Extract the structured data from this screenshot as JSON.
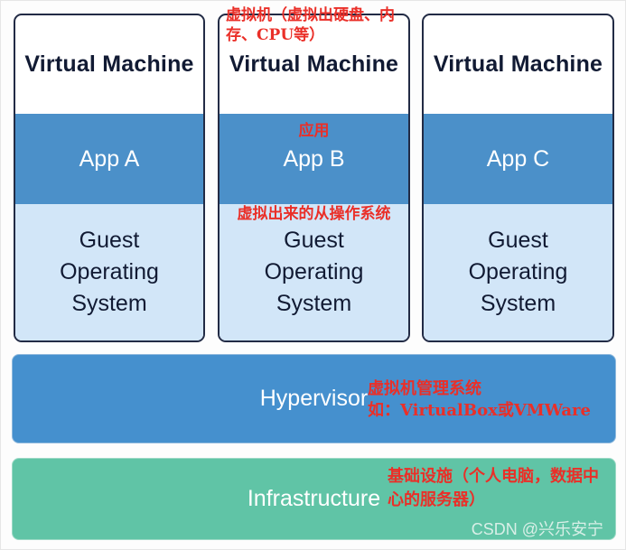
{
  "diagram": {
    "title_text": "Virtual Machine architecture diagram",
    "colors": {
      "app_band": "#4B90C9",
      "guest_band": "#D2E6F8",
      "hypervisor_band": "#4590CE",
      "infrastructure_band": "#60C4A6",
      "card_border": "#222B45",
      "annotation_red": "#EA2F28",
      "text_dark": "#111A33",
      "text_light": "#FFFFFF"
    },
    "vm_cards": [
      {
        "title": "Virtual Machine",
        "app_label": "App A",
        "guest_label": "Guest\nOperating\nSystem"
      },
      {
        "title": "Virtual Machine",
        "app_label": "App B",
        "guest_label": "Guest\nOperating\nSystem"
      },
      {
        "title": "Virtual Machine",
        "app_label": "App C",
        "guest_label": "Guest\nOperating\nSystem"
      }
    ],
    "bands": [
      {
        "label": "Hypervisor"
      },
      {
        "label": "Infrastructure"
      }
    ],
    "annotations": {
      "vm_top": "虚拟机（虚拟出硬盘、内存、CPU等）",
      "app": "应用",
      "guest_os": "虚拟出来的从操作系统",
      "hypervisor": "虚拟机管理系统\n如：VirtualBox或VMWare",
      "infrastructure": "基础设施（个人电脑，数据中心的服务器）"
    },
    "watermark": "CSDN @兴乐安宁"
  }
}
